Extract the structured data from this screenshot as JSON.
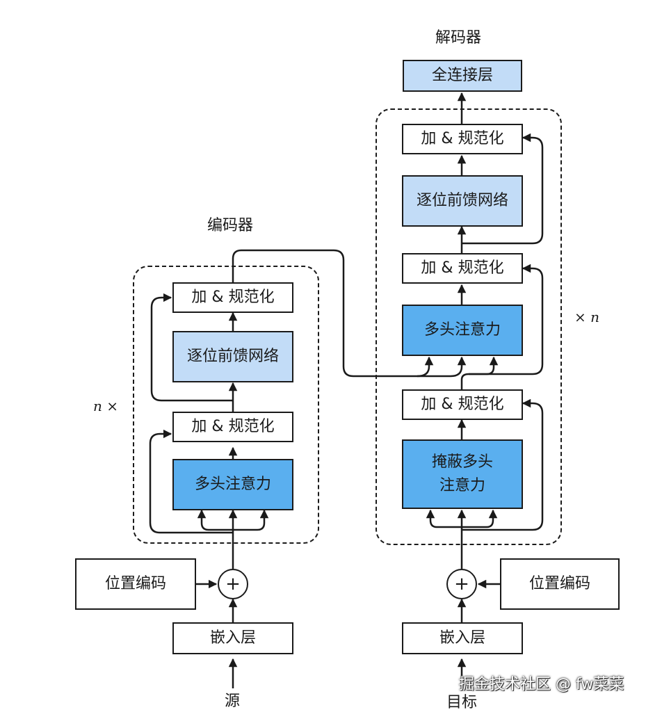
{
  "encoder": {
    "title": "编码器",
    "repeat_label": "n ×",
    "add_norm_top": "加 & 规范化",
    "ffn": "逐位前馈网络",
    "add_norm_bottom": "加 & 规范化",
    "attention": "多头注意力",
    "pos_encoding": "位置编码",
    "plus": "+",
    "embedding": "嵌入层",
    "input": "源"
  },
  "decoder": {
    "title": "解码器",
    "repeat_label": "× n",
    "dense": "全连接层",
    "add_norm_top": "加 & 规范化",
    "ffn": "逐位前馈网络",
    "add_norm_mid": "加 & 规范化",
    "attention": "多头注意力",
    "add_norm_bottom": "加 & 规范化",
    "masked_attention": [
      "掩蔽多头",
      "注意力"
    ],
    "pos_encoding": "位置编码",
    "plus": "+",
    "embedding": "嵌入层",
    "input": "目标"
  },
  "watermark": "掘金技术社区 @ fw菜菜",
  "colors": {
    "light_blue": "#c2dcf7",
    "mid_blue": "#5aafef",
    "stroke": "#1a1a1a"
  }
}
